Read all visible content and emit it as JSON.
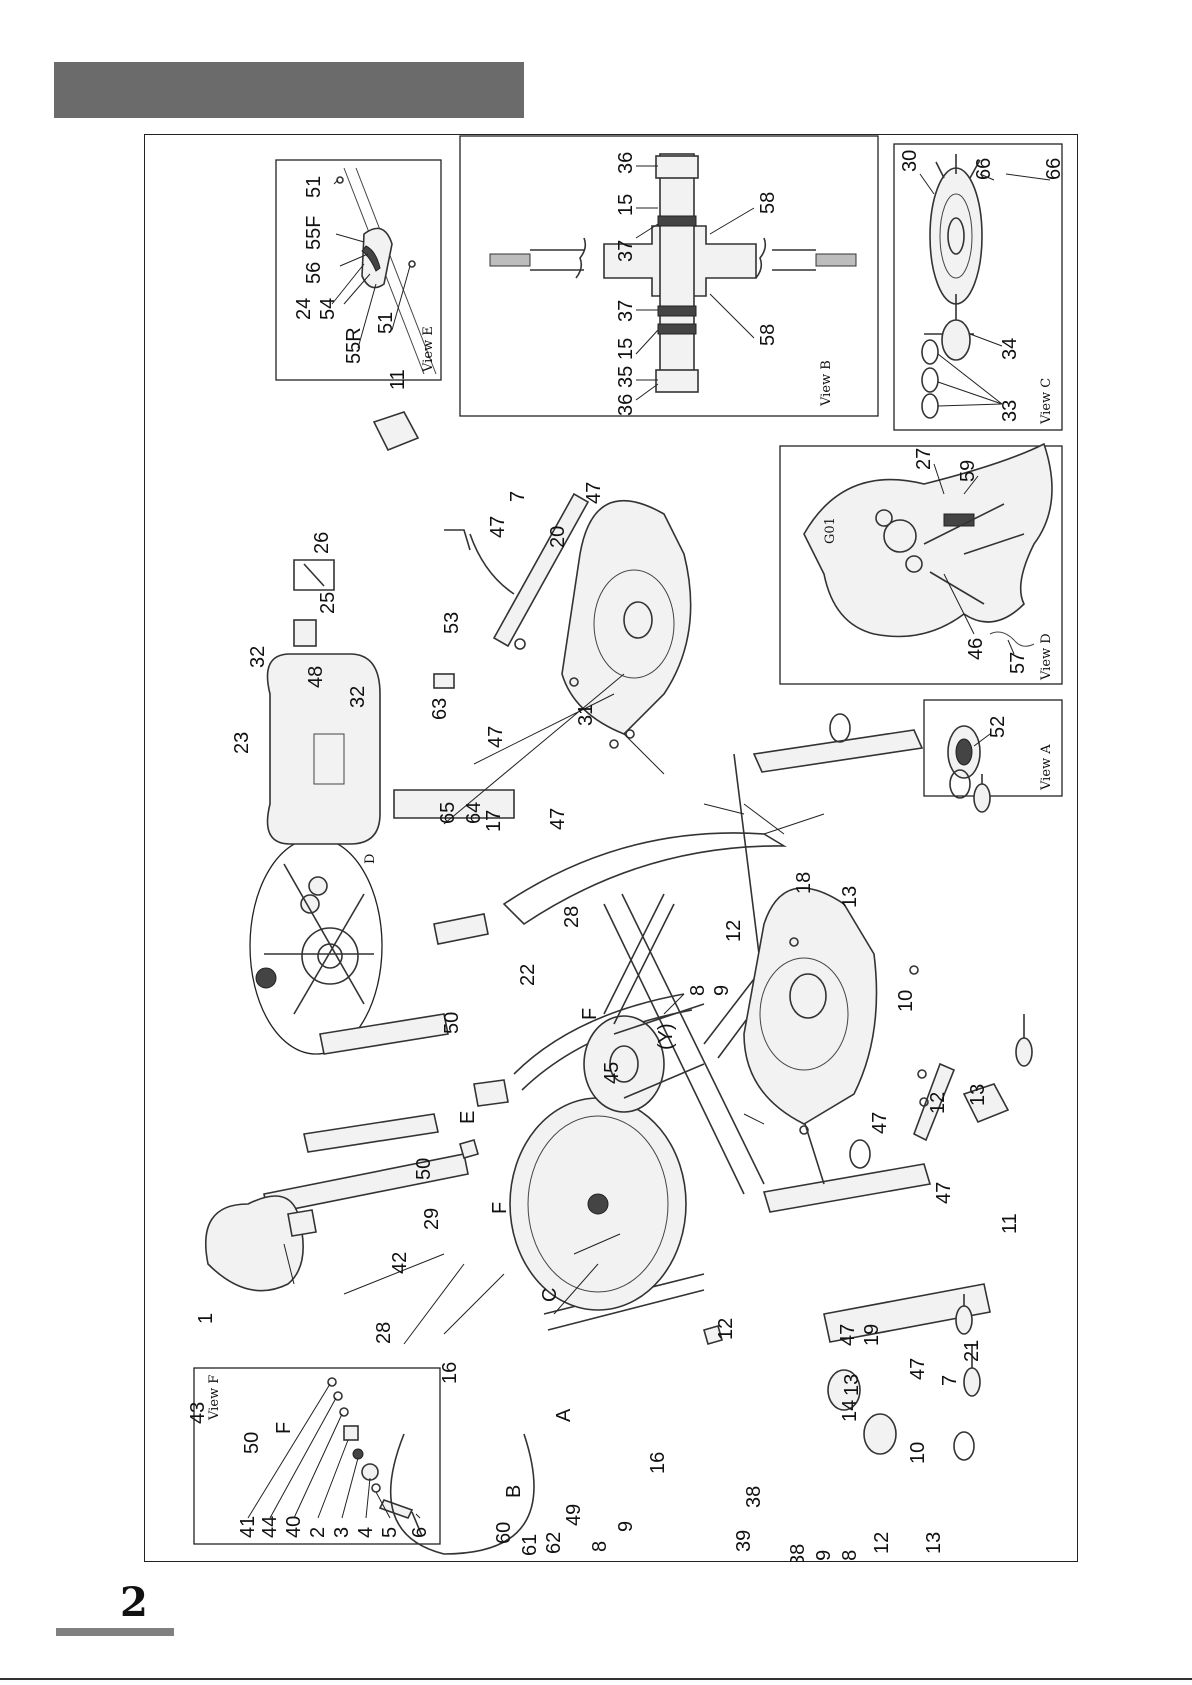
{
  "page": {
    "page_number": "2"
  },
  "views": {
    "view_a": "View A",
    "view_b": "View B",
    "view_c": "View C",
    "view_d": "View D",
    "view_e": "View E",
    "view_f": "View F",
    "g01": "G01",
    "detail_d": "D"
  },
  "labels": {
    "p1": "1",
    "p2": "2",
    "p3": "3",
    "p4": "4",
    "p5": "5",
    "p6": "6",
    "p7a": "7",
    "p7b": "7",
    "p8a": "8",
    "p8b": "8",
    "p9a": "9",
    "p9b": "9",
    "p10a": "10",
    "p10b": "10",
    "p11a": "11",
    "p11b": "11",
    "p12a": "12",
    "p12b": "12",
    "p12c": "12",
    "p12d": "12",
    "p13a": "13",
    "p13b": "13",
    "p13c": "13",
    "p13d": "13",
    "p14": "14",
    "p15a": "15",
    "p15b": "15",
    "p16a": "16",
    "p16b": "16",
    "p17": "17",
    "p18": "18",
    "p19": "19",
    "p20": "20",
    "p21": "21",
    "p22": "22",
    "p23": "23",
    "p24": "24",
    "p25": "25",
    "p26": "26",
    "p27": "27",
    "p28a": "28",
    "p28b": "28",
    "p29": "29",
    "p30": "30",
    "p31": "31",
    "p32a": "32",
    "p32b": "32",
    "p33": "33",
    "p34": "34",
    "p35": "35",
    "p36a": "36",
    "p36b": "36",
    "p37a": "37",
    "p37b": "37",
    "p38a": "38",
    "p38b": "38",
    "p38c": "38",
    "p39a": "39",
    "p39b": "39",
    "p40": "40",
    "p41": "41",
    "p42": "42",
    "p43": "43",
    "p44": "44",
    "p45": "45",
    "p46": "46",
    "p47a": "47",
    "p47b": "47",
    "p47c": "47",
    "p47d": "47",
    "p47e": "47",
    "p47f": "47",
    "p47g": "47",
    "p47h": "47",
    "p48": "48",
    "p49": "49",
    "p50a": "50",
    "p50b": "50",
    "p50c": "50",
    "p51a": "51",
    "p51b": "51",
    "p52": "52",
    "p53": "53",
    "p54": "54",
    "p55f": "55F",
    "p55r": "55R",
    "p56": "56",
    "p57": "57",
    "p58a": "58",
    "p58b": "58",
    "p59": "59",
    "p60": "60",
    "p61": "61",
    "p62": "62",
    "p63": "63",
    "p64": "64",
    "p65": "65",
    "p66a": "66",
    "p66b": "66",
    "la": "A",
    "lb": "B",
    "lc": "C",
    "le": "E",
    "lfa": "F",
    "lfb": "F",
    "lfc": "F",
    "ly": "(Y)"
  }
}
